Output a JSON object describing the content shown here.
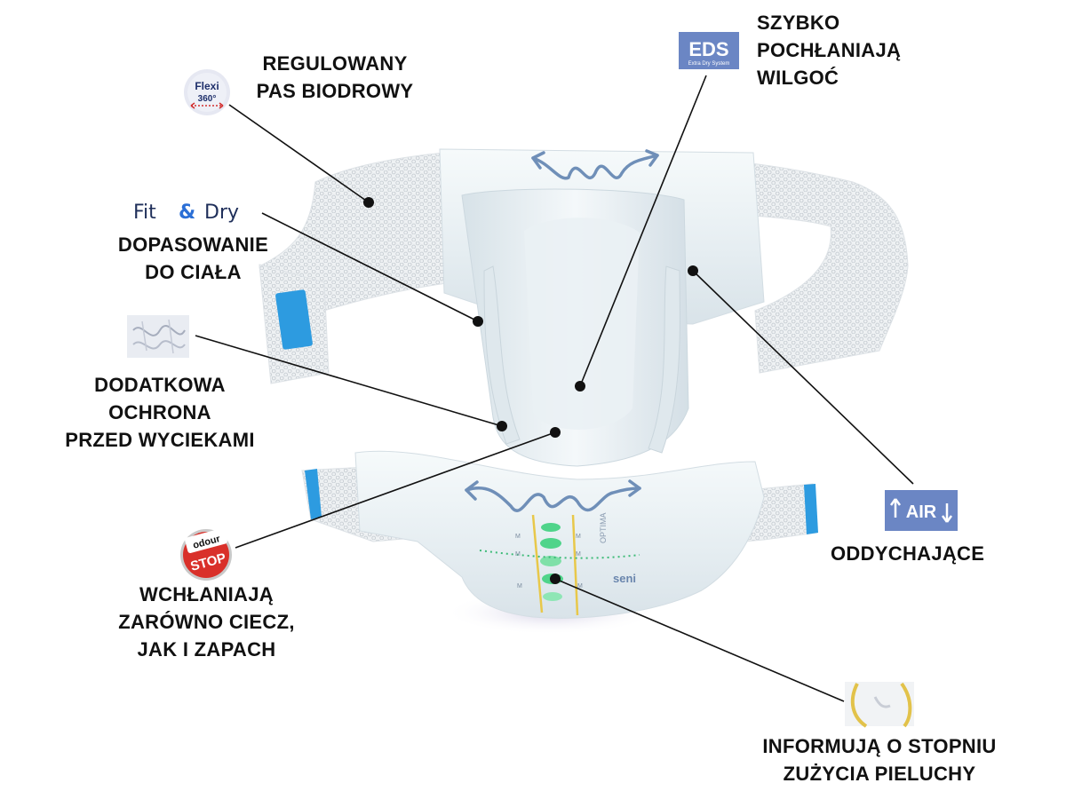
{
  "features": {
    "waistband": {
      "lines": [
        "REGULOWANY",
        "PAS BIODROWY"
      ],
      "badge": [
        "Flexi",
        "360°"
      ]
    },
    "fit_dry": {
      "lines": [
        "DOPASOWANIE",
        "DO CIAŁA"
      ],
      "logo": [
        "Fit",
        "&",
        "Dry"
      ]
    },
    "leak_protection": {
      "lines": [
        "DODATKOWA",
        "OCHRONA",
        "PRZED WYCIEKAMI"
      ]
    },
    "odour": {
      "lines": [
        "WCHŁANIAJĄ",
        "ZARÓWNO CIECZ,",
        "JAK I ZAPACH"
      ],
      "badge": [
        "odour",
        "STOP"
      ]
    },
    "eds": {
      "lines": [
        "SZYBKO",
        "POCHŁANIAJĄ",
        "WILGOĆ"
      ],
      "badge": [
        "EDS",
        "Extra Dry System"
      ]
    },
    "air": {
      "lines": [
        "ODDYCHAJĄCE"
      ],
      "badge": "AIR"
    },
    "wetness": {
      "lines": [
        "INFORMUJĄ O STOPNIU",
        "ZUŻYCIA PIELUCHY"
      ]
    }
  },
  "product_print": {
    "brand": "seni",
    "line": "OPTIMA",
    "size": "M"
  },
  "colors": {
    "accent_blue": "#6b86c4",
    "text": "#111111",
    "odour_red": "#d32f2f",
    "tape_blue": "#2d9be0"
  }
}
